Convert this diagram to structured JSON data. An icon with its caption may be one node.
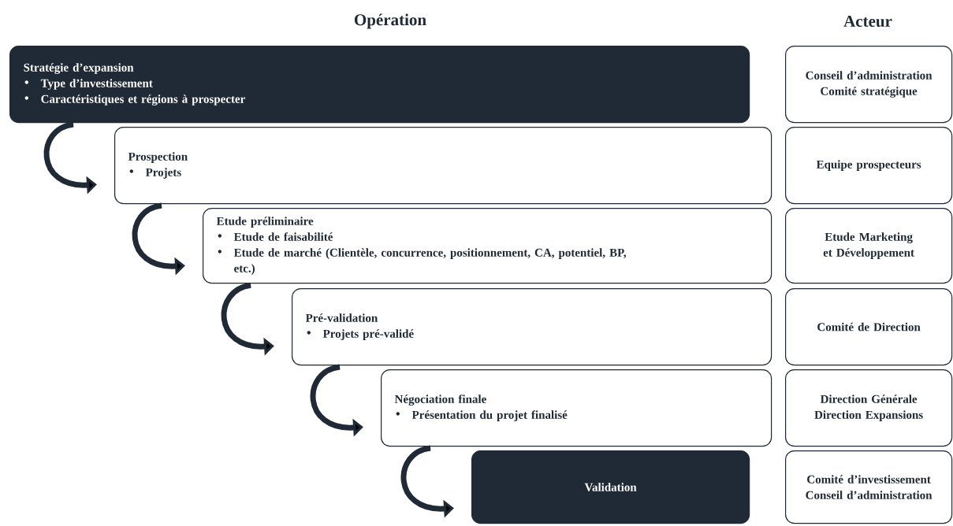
{
  "diagram": {
    "nodes": [
      {
        "text": [
          "Stratégie d’expansion",
          "Type d’investissement",
          "Caractéristiques et régions à prospecter"
        ]
      },
      {
        "text": [
          "Prospection",
          "Projets"
        ]
      },
      {
        "text": [
          "Etude préliminaire",
          "Etude de faisabilité",
          "Etude de marché (Clientèle, concurrence, positionnement, CA, potentiel, BP, etc.)"
        ]
      },
      {
        "text": [
          "Pré-validation",
          "Projets pré-validé"
        ]
      },
      {
        "text": [
          "Négociation finale",
          "Présentation du projet finalisé"
        ]
      },
      {
        "text": [
          "Validation"
        ]
      },
      {
        "text": [
          "Conseil d’administration",
          "Comité stratégique"
        ]
      },
      {
        "text": [
          "Equipe prospecteurs"
        ]
      },
      {
        "text": [
          "Etude Marketing et Développement"
        ]
      },
      {
        "text": [
          "Comité de Direction"
        ]
      },
      {
        "text": [
          "Direction Générale",
          "Direction Expansions"
        ]
      },
      {
        "text": [
          "Comité d’investissement",
          "Conseil d’administration"
        ]
      }
    ],
    "edges": [
      {
        "from": 0,
        "to": 1,
        "arrow": "to"
      },
      {
        "from": 1,
        "to": 2,
        "arrow": "to"
      },
      {
        "from": 2,
        "to": 3,
        "arrow": "to"
      },
      {
        "from": 3,
        "to": 4,
        "arrow": "to"
      },
      {
        "from": 4,
        "to": 5,
        "arrow": "to"
      }
    ],
    "labels": [
      "Opération",
      "Acteur"
    ]
  }
}
